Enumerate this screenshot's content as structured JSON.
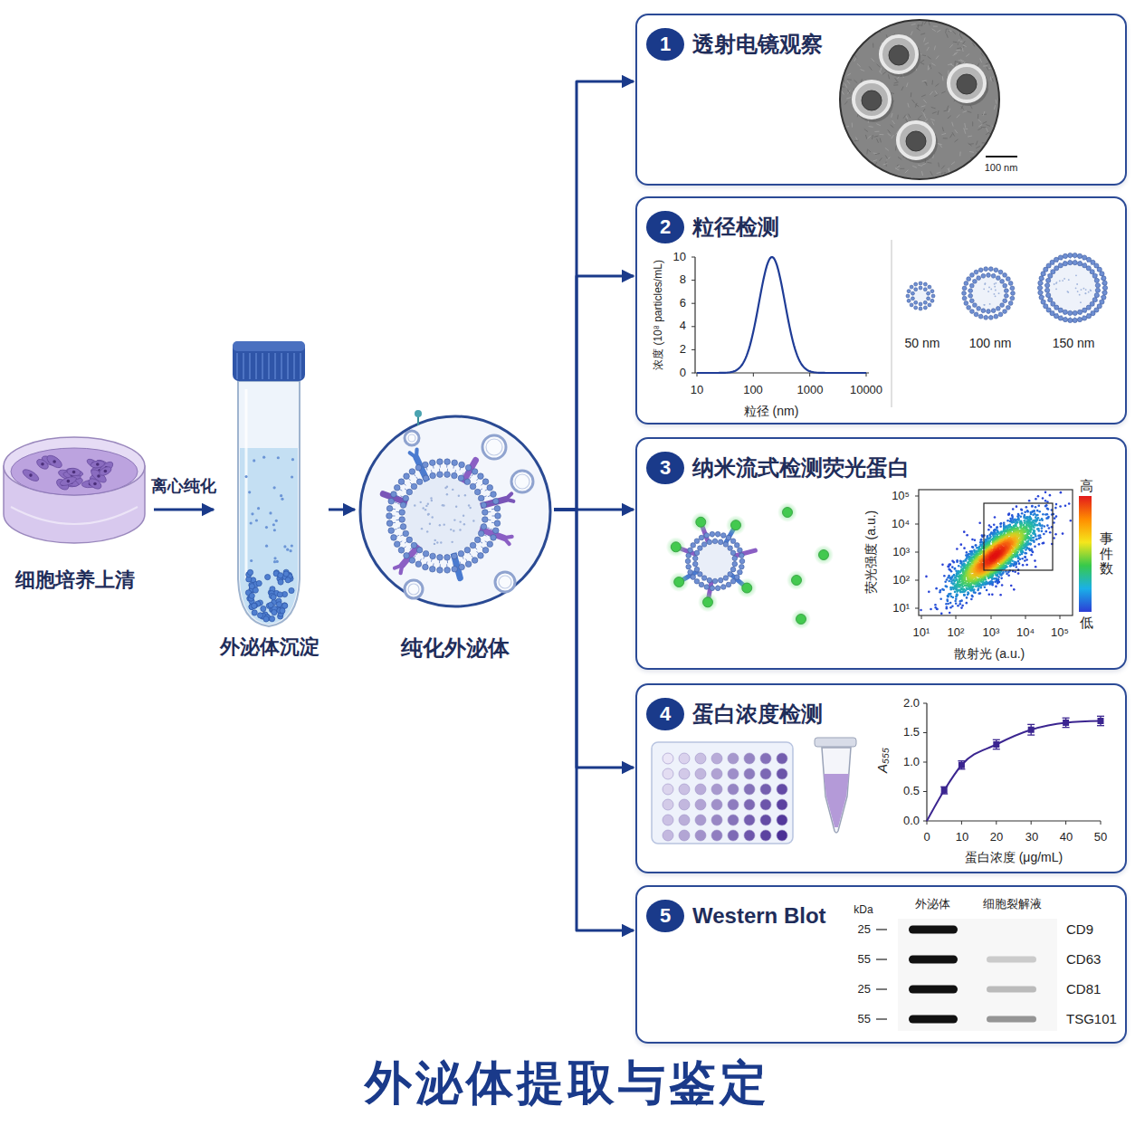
{
  "diagram": {
    "title": "外泌体提取与鉴定",
    "nodes": [
      {
        "text": [
          "细胞培养上清"
        ]
      },
      {
        "text": [
          "外泌体沉淀"
        ]
      },
      {
        "text": [
          "纯化外泌体"
        ]
      },
      {
        "text": [
          "透射电镜观察"
        ]
      },
      {
        "text": [
          "1"
        ],
        "in": 3
      },
      {
        "text": [
          "粒径检测"
        ]
      },
      {
        "text": [
          "2"
        ],
        "in": 5
      },
      {
        "text": [
          "纳米流式检测荧光蛋白"
        ]
      },
      {
        "text": [
          "3"
        ],
        "in": 7
      },
      {
        "text": [
          "蛋白浓度检测"
        ]
      },
      {
        "text": [
          "4"
        ],
        "in": 9
      },
      {
        "text": [
          "Western Blot"
        ]
      },
      {
        "text": [
          "5"
        ],
        "in": 11
      }
    ],
    "edges": [
      {
        "from": 0,
        "to": 1,
        "label": "离心纯化",
        "arrow": "to"
      },
      {
        "from": 1,
        "to": 2,
        "arrow": "to"
      },
      {
        "from": 2,
        "to": 3,
        "arrow": "to"
      },
      {
        "from": 2,
        "to": 5,
        "arrow": "to"
      },
      {
        "from": 2,
        "to": 7,
        "arrow": "to"
      },
      {
        "from": 2,
        "to": 9,
        "arrow": "to"
      },
      {
        "from": 2,
        "to": 11,
        "arrow": "to"
      }
    ],
    "labels": [
      "100 nm",
      "浓度 (10⁸ particles/mL)",
      "10",
      "8",
      "6",
      "4",
      "2",
      "0",
      "10",
      "100",
      "1000",
      "10000",
      "粒径 (nm)",
      "50 nm",
      "100 nm",
      "150 nm",
      "荧光强度 (a.u.)",
      "10⁵",
      "10⁴",
      "10³",
      "10²",
      "10¹",
      "10¹",
      "10²",
      "10³",
      "10⁴",
      "10⁵",
      "散射光 (a.u.)",
      "高",
      "事件数",
      "低",
      "A₅₅₅",
      "2.0",
      "1.5",
      "1.0",
      "0.5",
      "0.0",
      "0",
      "10",
      "20",
      "30",
      "40",
      "50",
      "蛋白浓度 (μg/mL)",
      "kDa",
      "外泌体",
      "细胞裂解液",
      "25",
      "55",
      "25",
      "55",
      "CD9",
      "CD63",
      "CD81",
      "TSG101"
    ]
  }
}
